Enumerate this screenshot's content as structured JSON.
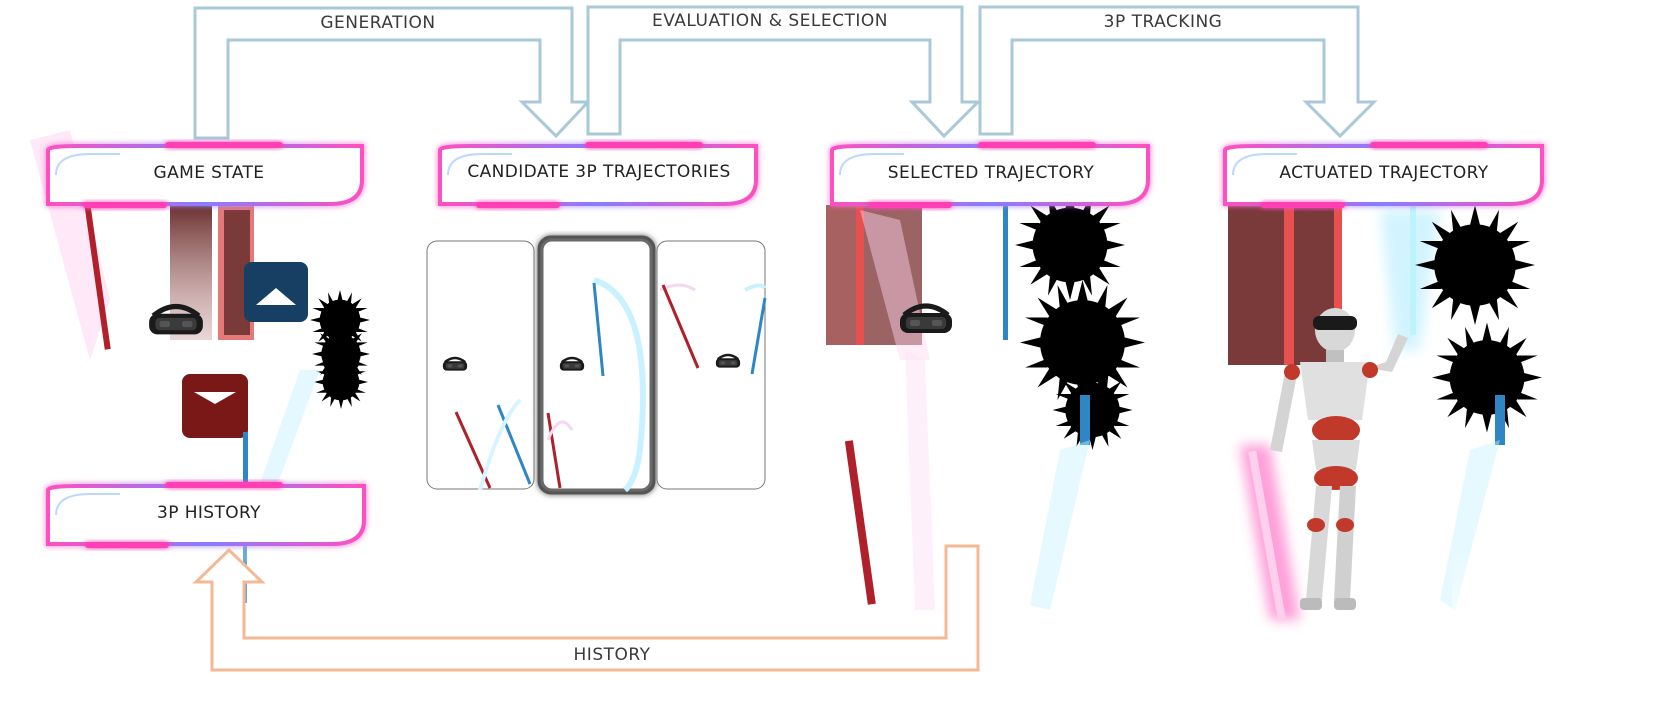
{
  "diagram": {
    "stages": [
      {
        "id": "game-state",
        "label": "GAME STATE"
      },
      {
        "id": "candidates",
        "label": "CANDIDATE 3P TRAJECTORIES"
      },
      {
        "id": "selected",
        "label": "SELECTED TRAJECTORY"
      },
      {
        "id": "actuated",
        "label": "ACTUATED TRAJECTORY"
      },
      {
        "id": "history-box",
        "label": "3P HISTORY"
      }
    ],
    "flows": [
      {
        "id": "generation",
        "label": "GENERATION"
      },
      {
        "id": "evaluation",
        "label": "EVALUATION & SELECTION"
      },
      {
        "id": "tracking",
        "label": "3P TRACKING"
      },
      {
        "id": "history",
        "label": "HISTORY"
      }
    ],
    "colors": {
      "neon_pink": "#ff3fb4",
      "neon_blue": "#4aa8ff",
      "arrow_blue": "#9fc3d6",
      "arrow_orange": "#f4b896",
      "red_saber": "#b0202a",
      "blue_saber": "#2f86c4",
      "wall_red": "#e85050",
      "wall_dark": "#7a3a3a",
      "block_blue": "#173e63",
      "block_red": "#7a1818",
      "bomb": "#000000",
      "cyan_glow": "#7fe0ff"
    },
    "icons": [
      "vr-headset-icon",
      "up-arrow-block-icon",
      "down-arrow-block-icon",
      "spiky-bomb-icon",
      "humanoid-robot-icon"
    ]
  }
}
